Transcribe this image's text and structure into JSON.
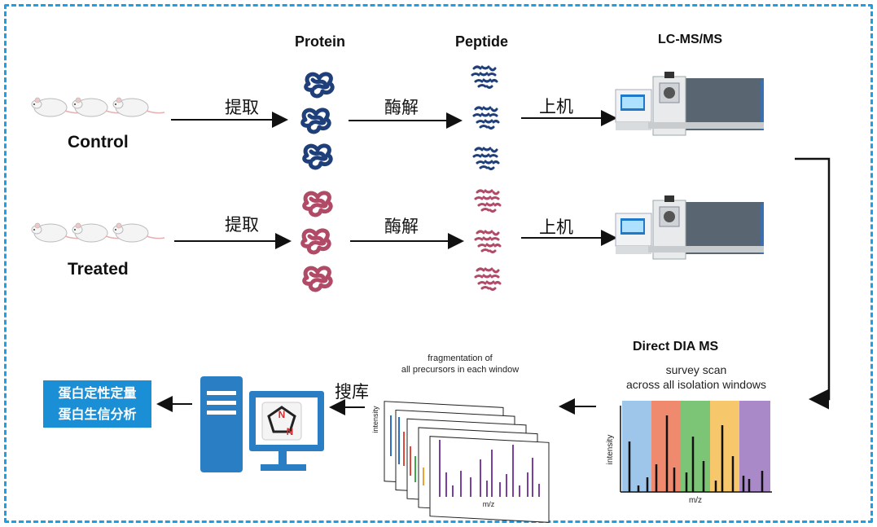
{
  "headers": {
    "protein": "Protein",
    "peptide": "Peptide",
    "lcms": "LC-MS/MS"
  },
  "groups": {
    "control": "Control",
    "treated": "Treated"
  },
  "steps": {
    "extract": "提取",
    "digest": "酶解",
    "load": "上机",
    "search": "搜库"
  },
  "dia": {
    "title": "Direct DIA MS",
    "survey_line1": "survey scan",
    "survey_line2": "across all isolation windows",
    "ylabel": "intensity",
    "xlabel": "m/z"
  },
  "fragmentation": {
    "line1": "fragmentation of",
    "line2": "all precursors in each window",
    "ylabel": "intensity",
    "xlabel": "m/z"
  },
  "output": {
    "line1": "蛋白定性定量",
    "line2": "蛋白生信分析"
  },
  "colors": {
    "border": "#1aa0e6",
    "control": "#1f3f7a",
    "treated": "#b04a66",
    "output_box": "#1b8fd6",
    "windows": [
      "#9ec5ea",
      "#f08a6e",
      "#7cc576",
      "#f7c76b",
      "#a989c8"
    ]
  }
}
